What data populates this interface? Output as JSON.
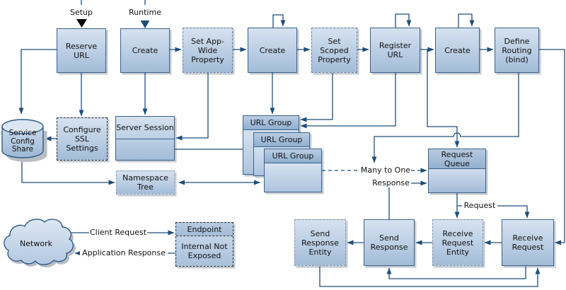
{
  "labels": {
    "setup": "Setup",
    "runtime": "Runtime",
    "many_to_one": "Many to One",
    "response": "Response",
    "request": "Request",
    "client_request": "Client Request",
    "application_response": "Application Response"
  },
  "nodes": {
    "reserve_url": {
      "label": "Reserve URL"
    },
    "create_session": {
      "label": "Create"
    },
    "set_app_wide": {
      "label": "Set App-Wide Property"
    },
    "create_url_group": {
      "label": "Create"
    },
    "set_scoped": {
      "label": "Set Scoped Property"
    },
    "register_url": {
      "label": "Register URL"
    },
    "create_request_queue": {
      "label": "Create"
    },
    "define_routing": {
      "label": "Define Routing (bind)"
    },
    "configure_ssl": {
      "label": "Configure SSL Settings"
    },
    "server_session": {
      "label": "Server Session"
    },
    "service_config_share": {
      "label": "Service Config Share"
    },
    "namespace_tree": {
      "label": "Namespace Tree"
    },
    "url_group_1": {
      "label": "URL Group"
    },
    "url_group_2": {
      "label": "URL Group"
    },
    "url_group_3": {
      "label": "URL Group"
    },
    "request_queue": {
      "label": "Request Queue"
    },
    "network": {
      "label": "Network"
    },
    "endpoint": {
      "label": "Endpoint",
      "body": "Internal Not Exposed"
    },
    "send_response_entity": {
      "label": "Send Response Entity"
    },
    "send_response": {
      "label": "Send Response"
    },
    "receive_request_entity": {
      "label": "Receive Request Entity"
    },
    "receive_request": {
      "label": "Receive Request"
    }
  },
  "colors": {
    "line": "#1f4e79",
    "box_border": "#3a618c",
    "box_fill_top": "#d6e2f0",
    "box_fill_bottom": "#a3bcd8",
    "shadow": "#c6cbd1",
    "setup_arrow": "#000000"
  }
}
